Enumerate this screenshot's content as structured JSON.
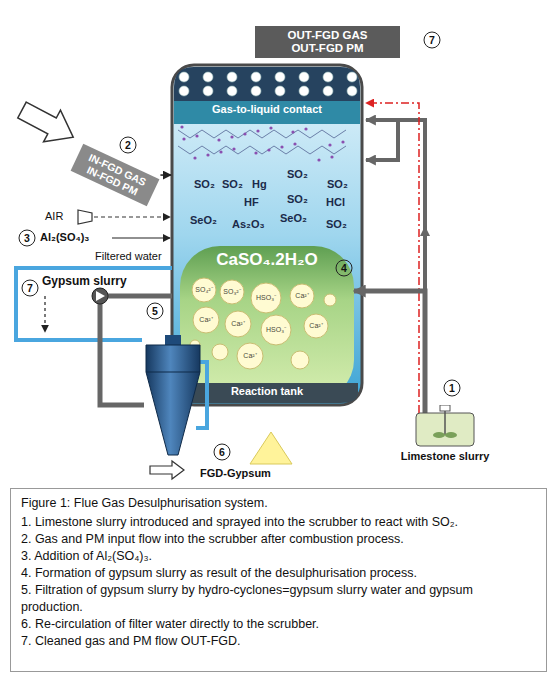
{
  "diagram": {
    "caption": "Figure 1: Flue Gas Desulphurisation system.",
    "nodes": [
      {
        "text": [
          "OUT-FGD GAS OUT-FGD PM"
        ]
      },
      {
        "text": [
          "Gas-to-liquid contact"
        ]
      },
      {
        "text": [
          "CaSO₄.2H₂O",
          "Reaction tank"
        ],
        "in": 1
      },
      {
        "text": [
          "IN-FGD GAS IN-FGD PM"
        ]
      },
      {
        "text": [
          "Limestone slurry"
        ]
      }
    ],
    "edges": [
      {
        "from": 3,
        "to": 1,
        "arrow": "to"
      },
      {
        "from": 4,
        "to": 2,
        "arrow": "to"
      }
    ],
    "labels": [
      "7",
      "2",
      "SO₂",
      "SO₂",
      "Hg",
      "SO₂",
      "SO₂",
      "HF",
      "SO₂",
      "HCl",
      "SeO₂",
      "As₂O₃",
      "SeO₂",
      "SO₂",
      "AIR",
      "3",
      "Al₂(SO₄)₃",
      "Filtered water",
      "7",
      "Gypsum slurry",
      "4",
      "5",
      "SO₄²⁻",
      "SO₃²⁻",
      "HSO₃⁻",
      "Ca²⁺",
      "Ca²⁺",
      "Ca²⁺",
      "HSO₃⁻",
      "Ca²⁺",
      "Ca²⁺",
      "1",
      "6",
      "FGD-Gypsum",
      "1. Limestone slurry introduced and sprayed into the scrubber to react with SO₂.",
      "2. Gas and PM input flow into the scrubber after combustion process.",
      "3. Addition of Al₂(SO₄)₃.",
      "4. Formation of gypsum slurry as result of the desulphurisation process.",
      "5. Filtration of gypsum slurry by hydro-cyclones=gypsum slurry water and gypsum production.",
      "6. Re-circulation of filter water directly to the scrubber.",
      "7. Cleaned gas and PM flow OUT-FGD."
    ]
  }
}
